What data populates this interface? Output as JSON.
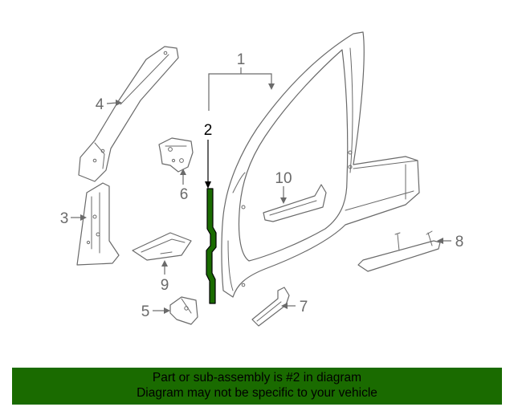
{
  "diagram": {
    "callouts": [
      {
        "id": "1",
        "label": "1"
      },
      {
        "id": "2",
        "label": "2"
      },
      {
        "id": "3",
        "label": "3"
      },
      {
        "id": "4",
        "label": "4"
      },
      {
        "id": "5",
        "label": "5"
      },
      {
        "id": "6",
        "label": "6"
      },
      {
        "id": "7",
        "label": "7"
      },
      {
        "id": "8",
        "label": "8"
      },
      {
        "id": "9",
        "label": "9"
      },
      {
        "id": "10",
        "label": "10"
      }
    ],
    "highlight_color": "#1a6b00"
  },
  "banner": {
    "line1": "Part or sub-assembly is #2 in diagram",
    "line2": "Diagram may not be specific to your vehicle",
    "background": "#1a6b00"
  }
}
